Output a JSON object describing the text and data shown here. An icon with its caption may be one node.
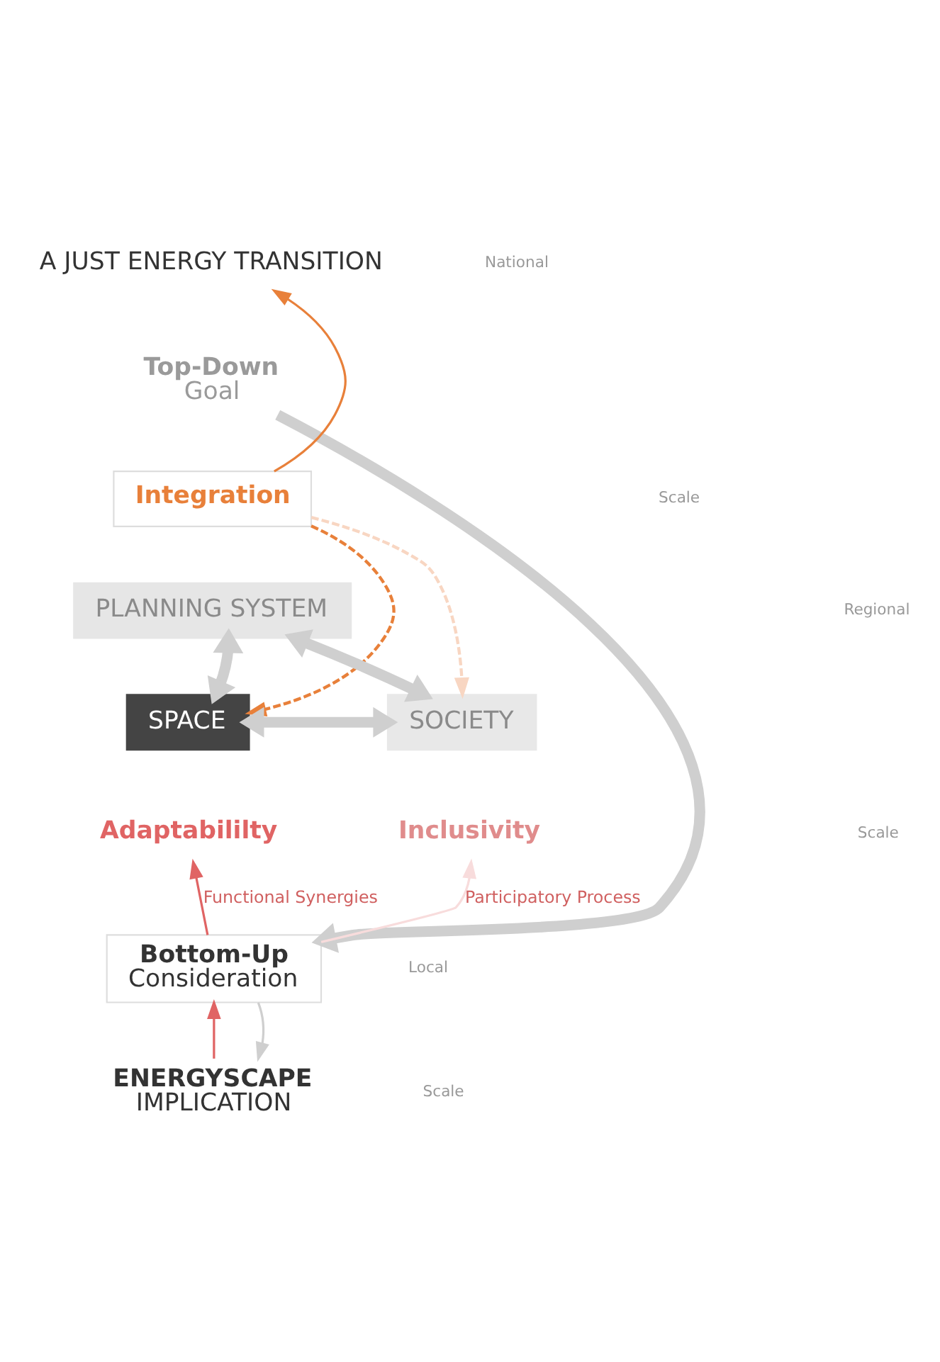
{
  "diagram": {
    "nodes": [
      {
        "text": [
          "A JUST ENERGY TRANSITION"
        ]
      },
      {
        "text": [
          "Top-Down",
          "Goal"
        ]
      },
      {
        "text": [
          "Integration"
        ]
      },
      {
        "text": [
          "PLANNING SYSTEM"
        ]
      },
      {
        "text": [
          "SPACE"
        ]
      },
      {
        "text": [
          "SOCIETY"
        ]
      },
      {
        "text": [
          "Adaptabililty"
        ]
      },
      {
        "text": [
          "Inclusivity"
        ]
      },
      {
        "text": [
          "Bottom-Up",
          "Consideration"
        ]
      },
      {
        "text": [
          "ENERGYSCAPE",
          "IMPLICATION"
        ]
      }
    ],
    "edges": [
      {
        "from": 2,
        "to": 0,
        "arrow": "to",
        "color": "#e8803a"
      },
      {
        "from": 1,
        "to": 8,
        "arrow": "to",
        "style": "thick"
      },
      {
        "from": 2,
        "to": 4,
        "arrow": "to",
        "style": "dashed",
        "color": "#e8803a"
      },
      {
        "from": 2,
        "to": 5,
        "arrow": "to",
        "style": "dashed",
        "color": "#f8d6c2"
      },
      {
        "from": 3,
        "to": 4,
        "arrow": "both",
        "style": "thick"
      },
      {
        "from": 3,
        "to": 5,
        "arrow": "both",
        "style": "thick"
      },
      {
        "from": 4,
        "to": 5,
        "arrow": "both",
        "style": "thick"
      },
      {
        "from": 8,
        "to": 6,
        "arrow": "to",
        "label": "Functional Synergies",
        "color": "#e06464"
      },
      {
        "from": 8,
        "to": 7,
        "arrow": "to",
        "label": "Participatory Process",
        "color": "#f8dcdc"
      },
      {
        "from": 9,
        "to": 8,
        "arrow": "to",
        "color": "#e06464"
      },
      {
        "from": 8,
        "to": 9,
        "arrow": "to"
      }
    ],
    "labels": [
      "National",
      "Scale",
      "Regional",
      "Scale",
      "Local",
      "Scale"
    ]
  }
}
